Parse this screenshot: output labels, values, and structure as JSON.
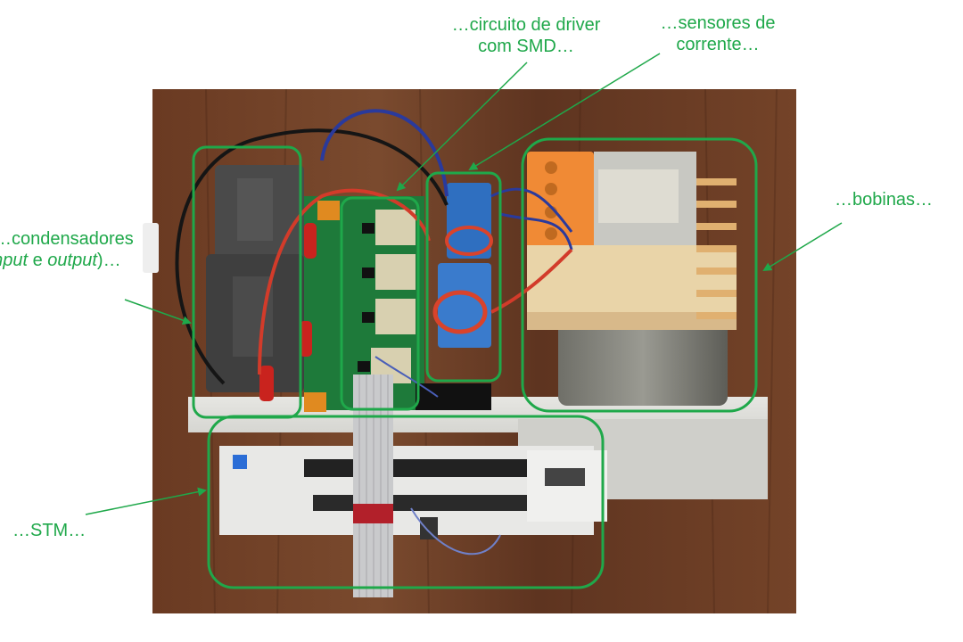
{
  "labels": {
    "driver_line1": "…circuito de driver",
    "driver_line2": "com SMD…",
    "sensors_line1": "…sensores de",
    "sensors_line2": "corrente…",
    "coils": "…bobinas…",
    "capacitors_line1": "…condensadores",
    "capacitors_open": "(",
    "capacitors_input": "input",
    "capacitors_and": " e ",
    "capacitors_output": "output",
    "capacitors_close": ")…",
    "stm": "…STM…"
  },
  "colors": {
    "annotation_green": "#1fa84a",
    "wood": "#6b3d24",
    "pcb": "#1e7a3a"
  }
}
